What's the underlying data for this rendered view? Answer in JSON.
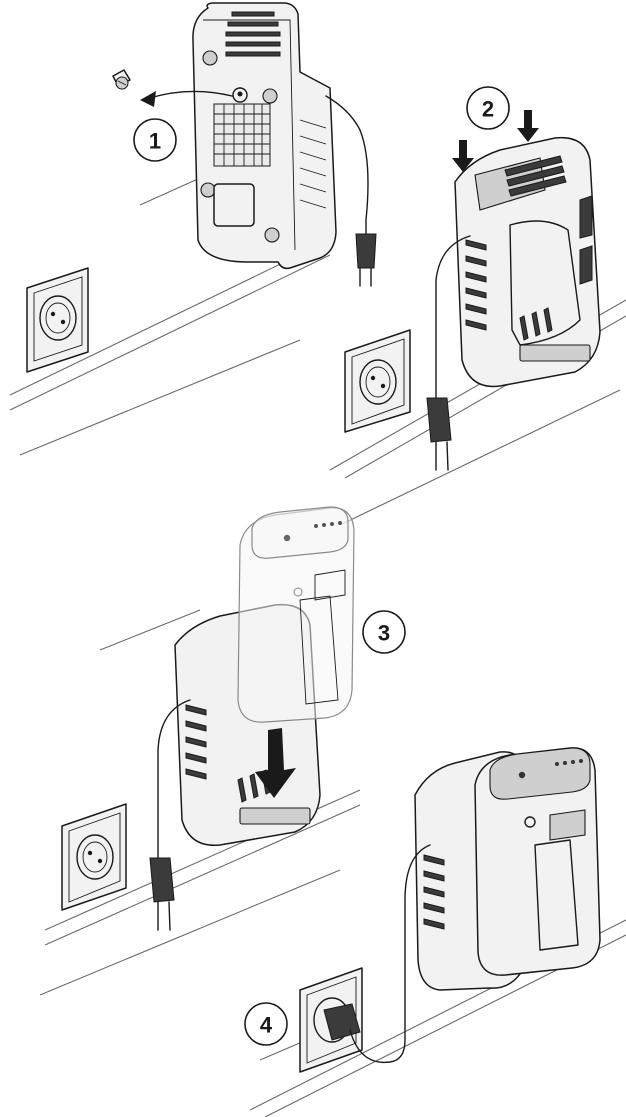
{
  "figure": {
    "steps": [
      {
        "number": "1",
        "action": "remove-screw-from-mount-hole"
      },
      {
        "number": "2",
        "action": "hang-charger-on-wall-screws"
      },
      {
        "number": "3",
        "action": "insert-battery-into-charger"
      },
      {
        "number": "4",
        "action": "plug-into-wall-socket"
      }
    ]
  }
}
